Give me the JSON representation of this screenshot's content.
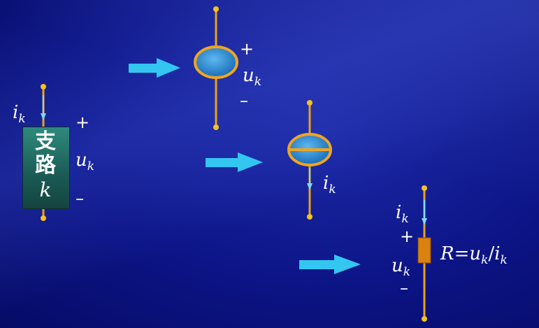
{
  "branch": {
    "char1": "支",
    "char2": "路",
    "k": "k",
    "current": "i",
    "voltage": "u",
    "sub": "k",
    "plus": "+",
    "minus": "–"
  },
  "voltage_source": {
    "voltage": "u",
    "sub": "k",
    "plus": "+",
    "minus": "–"
  },
  "current_source": {
    "current": "i",
    "sub": "k"
  },
  "resistor": {
    "current": "i",
    "voltage": "u",
    "sub": "k",
    "plus": "+",
    "minus": "–",
    "formula_r": "R",
    "formula_eq": "=",
    "formula_u": "u",
    "formula_slash": "/",
    "formula_i": "i"
  },
  "colors": {
    "wire": "#e8a21a",
    "arrow": "#33c6f0",
    "source_fill": "#2f8fd6",
    "box": "#1b5a55",
    "resistor": "#d9820f"
  }
}
